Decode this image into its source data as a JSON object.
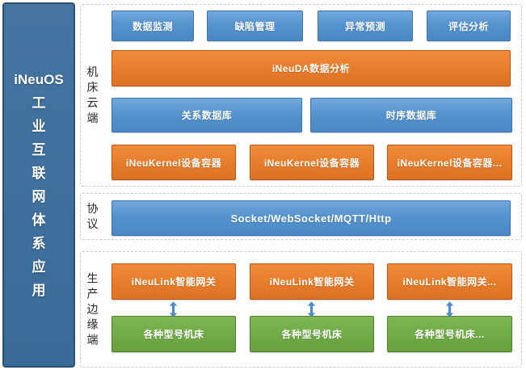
{
  "sidebar": {
    "lines": [
      "iNeuOS",
      "工",
      "业",
      "互",
      "联",
      "网",
      "体",
      "系",
      "应",
      "用"
    ]
  },
  "cloud": {
    "label": "机床云端",
    "apps": [
      "数据监测",
      "缺陷管理",
      "异常预测",
      "评估分析"
    ],
    "analysis": "iNeuDA数据分析",
    "databases": [
      "关系数据库",
      "时序数据库"
    ],
    "containers": [
      "iNeuKernel设备容器",
      "iNeuKernel设备容器",
      "iNeuKernel设备容器..."
    ]
  },
  "protocol": {
    "label": "协议",
    "bus": "Socket/WebSocket/MQTT/Http"
  },
  "edge": {
    "label": "生产边缘端",
    "gateways": [
      "iNeuLink智能网关",
      "iNeuLink智能网关",
      "iNeuLink智能网关..."
    ],
    "machines": [
      "各种型号机床",
      "各种型号机床",
      "各种型号机床..."
    ]
  },
  "colors": {
    "bar_blue": "#5593CE",
    "bar_orange": "#E77E2C",
    "bar_green": "#6FAB46",
    "sidebar_blue": "#3F6F9D",
    "arrow_blue": "#4E8CC9",
    "dash_gray": "#C6CAD1"
  }
}
